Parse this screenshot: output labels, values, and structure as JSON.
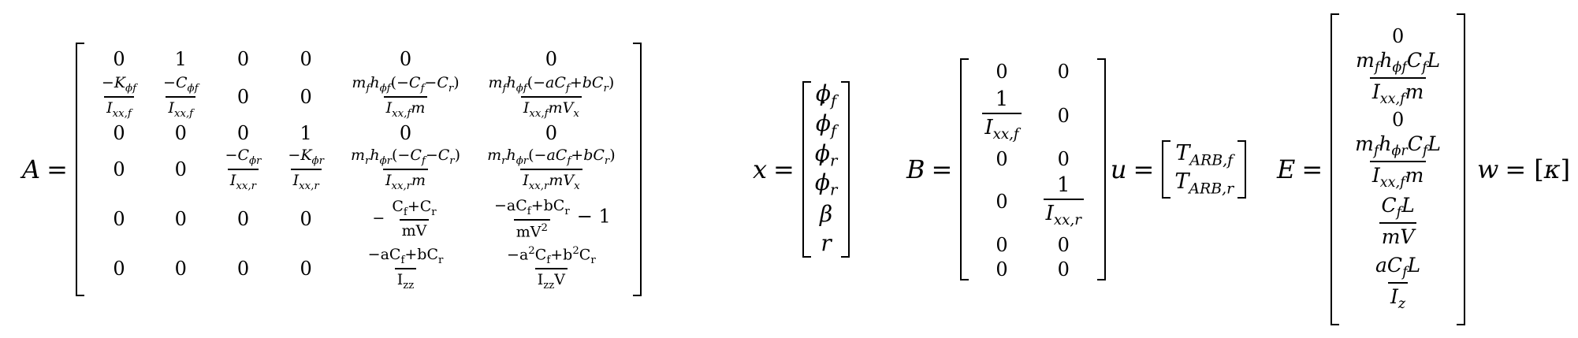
{
  "equations": {
    "A": {
      "label": "A",
      "rows": [
        [
          "0",
          "1",
          "0",
          "0",
          "0",
          "0"
        ],
        [
          "−K_φf / I_xx,f",
          "−C_φf / I_xx,f",
          "0",
          "0",
          "m_f h_φf(−C_f−C_r) / I_xx,f m",
          "m_f h_φf(−aC_f+bC_r) / I_xx,f m V_x"
        ],
        [
          "0",
          "0",
          "0",
          "1",
          "0",
          "0"
        ],
        [
          "0",
          "0",
          "−C_φr / I_xx,r",
          "−K_φr / I_xx,r",
          "m_r h_φr(−C_f−C_r) / I_xx,r m",
          "m_r h_φr(−aC_f+bC_r) / I_xx,r m V_x"
        ],
        [
          "0",
          "0",
          "0",
          "0",
          "−(C_f+C_r) / mV",
          "(−aC_f+bC_r) / mV² − 1"
        ],
        [
          "0",
          "0",
          "0",
          "0",
          "(−aC_f+bC_r) / I_zz",
          "(−a²C_f+b²C_r) / I_zz V"
        ]
      ]
    },
    "x": {
      "label": "x",
      "entries": [
        "φ_f",
        "φ̇_f",
        "φ_r",
        "φ̇_r",
        "β",
        "r"
      ]
    },
    "B": {
      "label": "B",
      "rows": [
        [
          "0",
          "0"
        ],
        [
          "1 / I_xx,f",
          "0"
        ],
        [
          "0",
          "0"
        ],
        [
          "0",
          "1 / I_xx,r"
        ],
        [
          "0",
          "0"
        ],
        [
          "0",
          "0"
        ]
      ]
    },
    "u": {
      "label": "u",
      "entries": [
        "T_ARB,f",
        "T_ARB,r"
      ]
    },
    "E": {
      "label": "E",
      "entries": [
        "0",
        "m_f h_φf C_f L / I_xx,f m",
        "0",
        "m_f h_φr C_f L / I_xx,f m",
        "C_f L / mV",
        "aC_f L / I_z"
      ]
    },
    "w": {
      "label": "w",
      "value": "κ"
    }
  },
  "plain": {
    "zero": "0",
    "one": "1",
    "minus_one": "− 1",
    "minus": "−",
    "equals": "="
  }
}
